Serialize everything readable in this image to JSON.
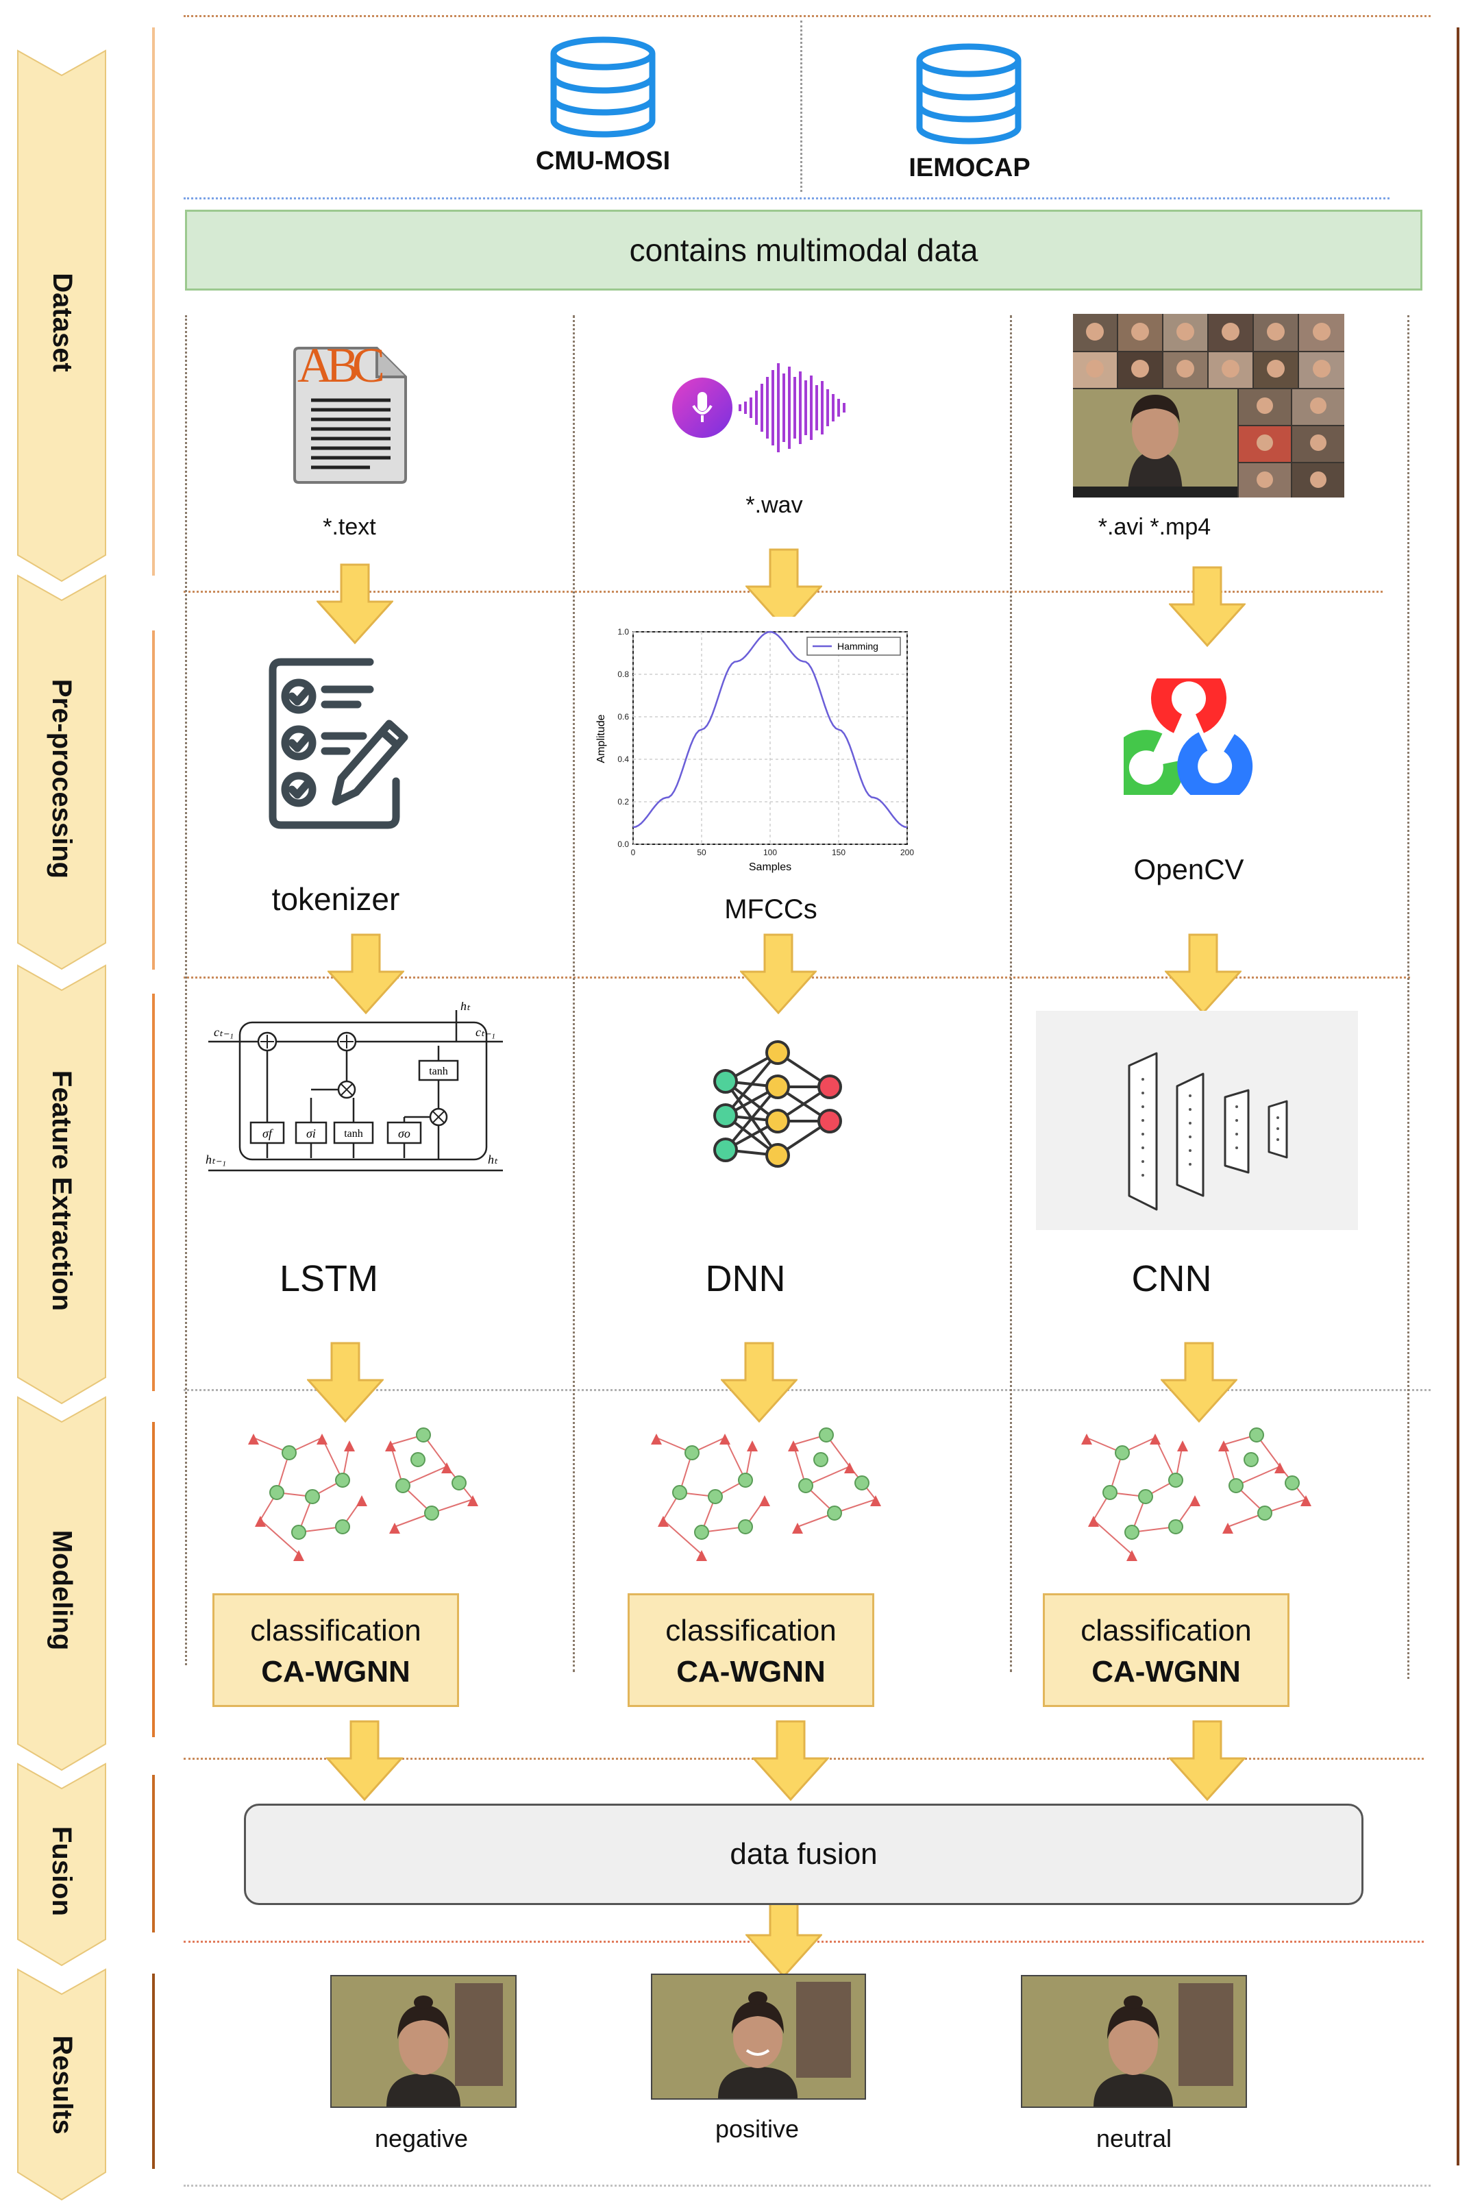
{
  "stages": [
    "Dataset",
    "Pre-processing",
    "Feature Extraction",
    "Modeling",
    "Fusion",
    "Results"
  ],
  "datasets": [
    "CMU-MOSI",
    "IEMOCAP"
  ],
  "multimodal_banner": "contains multimodal data",
  "icon_text_glyph": "ABC",
  "files": {
    "text": "*.text",
    "audio": "*.wav",
    "video": "*.avi  *.mp4"
  },
  "preprocessing": {
    "text": "tokenizer",
    "audio": "MFCCs",
    "video": "OpenCV"
  },
  "hamming_plot": {
    "legend": "Hamming",
    "ylabel": "Amplitude",
    "xlabel": "Samples",
    "xticks": [
      "0",
      "50",
      "100",
      "150",
      "200"
    ],
    "yticks": [
      "0.0",
      "0.2",
      "0.4",
      "0.6",
      "0.8",
      "1.0"
    ]
  },
  "chart_data": {
    "type": "line",
    "xlabel": "Samples",
    "ylabel": "Amplitude",
    "xlim": [
      0,
      200
    ],
    "ylim": [
      0,
      1.0
    ],
    "series": [
      {
        "name": "Hamming",
        "x": [
          0,
          25,
          50,
          75,
          100,
          125,
          150,
          175,
          200
        ],
        "y": [
          0.08,
          0.22,
          0.54,
          0.86,
          1.0,
          0.86,
          0.54,
          0.22,
          0.08
        ]
      }
    ]
  },
  "lstm_labels": {
    "c_prev": "cₜ₋₁",
    "c_next": "cₜ₋₁",
    "h_prev": "hₜ₋₁",
    "h_next": "hₜ",
    "h_top": "hₜ",
    "sigma_f": "σf",
    "sigma_i": "σi",
    "sigma_o": "σo",
    "tanh1": "tanh",
    "tanh2": "tanh"
  },
  "features": {
    "text": "LSTM",
    "audio": "DNN",
    "video": "CNN"
  },
  "classification": {
    "label": "classification",
    "model": "CA-WGNN"
  },
  "fusion_label": "data fusion",
  "results": [
    "negative",
    "positive",
    "neutral"
  ],
  "colors": {
    "stage_fill": "#fbe9b7",
    "arrow_fill": "#fbd663",
    "arrow_stroke": "#e2b34a",
    "banner_fill": "#d6ead3",
    "db_blue": "#1f8fe6",
    "graph_node": "#8ed18b",
    "graph_triangle": "#e05757"
  }
}
